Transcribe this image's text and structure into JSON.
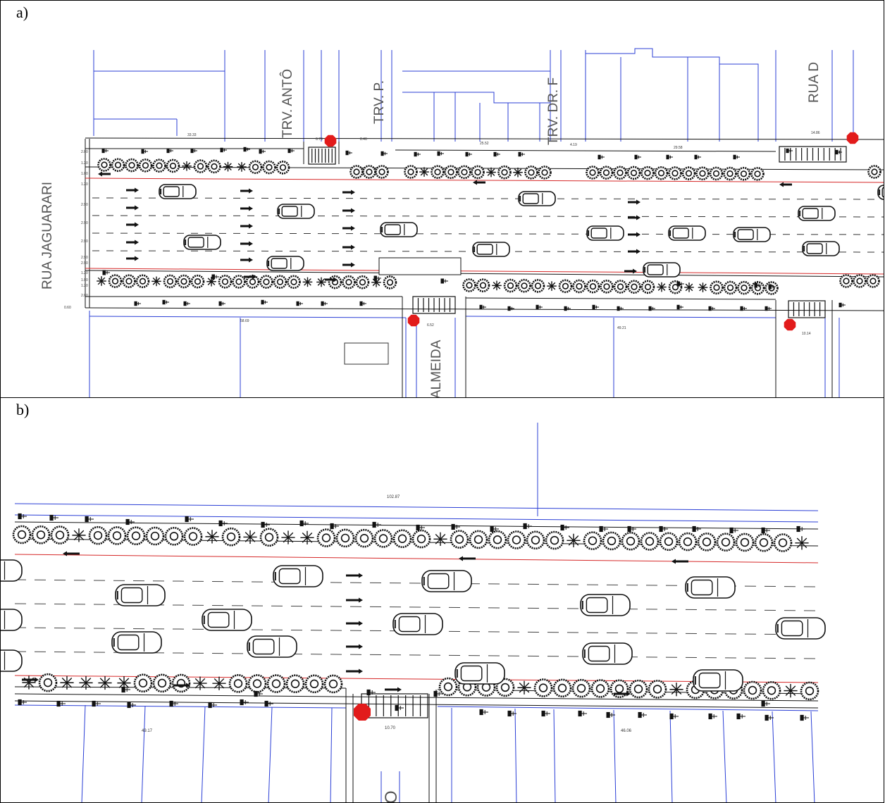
{
  "panels": [
    {
      "label": "a)",
      "streets": [
        "RUA JAGUARARI",
        "TRV. ANTÔ",
        "TRV. P.",
        "TRV. DR. F",
        "RUA D",
        "ALMEIDA"
      ],
      "dimensions": [
        "33.33",
        "6.70",
        "8.46",
        "25.52",
        "4.19",
        "29.58",
        "14.86",
        "6.52",
        "49.21",
        "10.14",
        "58.69"
      ],
      "lane_widths": [
        "2.00",
        "1.20",
        "1.00",
        "1.20",
        "2.90",
        "2.90",
        "2.90",
        "2.90",
        "2.90",
        "1.20",
        "1.00",
        "1.20",
        "2.00",
        "0.60"
      ]
    },
    {
      "label": "b)",
      "streets": [
        "O"
      ],
      "dimensions": [
        "102.87",
        "49.17",
        "10.70",
        "46.06"
      ]
    }
  ],
  "colors": {
    "lot_line": "#2b3fd6",
    "curb_line": "#d62828",
    "signal": "#e21b1b",
    "drawing": "#111111"
  },
  "icons": [
    "tree-icon",
    "car-icon",
    "bicycle-icon",
    "arrow-icon",
    "traffic-signal-icon",
    "crosswalk-icon"
  ]
}
